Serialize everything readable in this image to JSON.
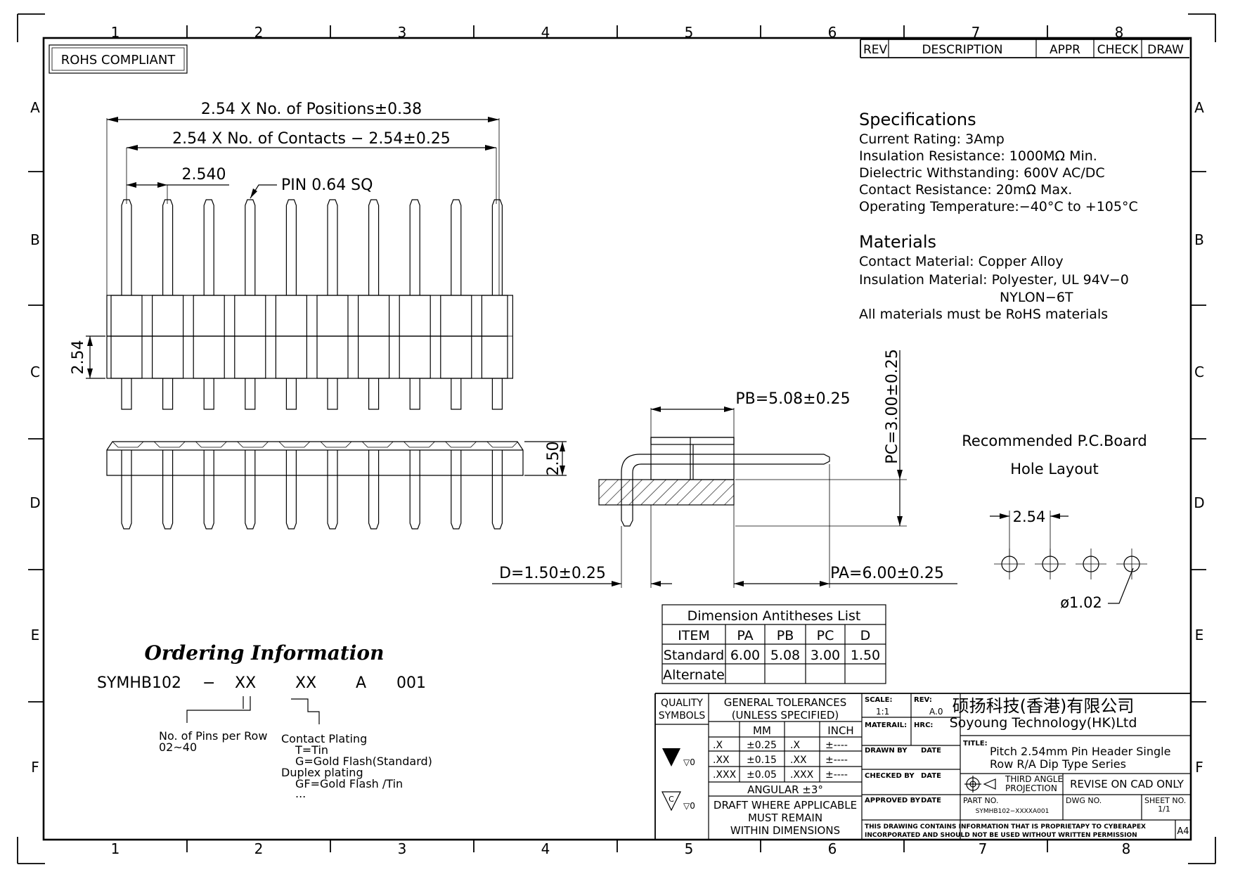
{
  "frame": {
    "column_labels": [
      "1",
      "2",
      "3",
      "4",
      "5",
      "6",
      "7",
      "8"
    ],
    "row_labels": [
      "A",
      "B",
      "C",
      "D",
      "E",
      "F"
    ]
  },
  "rohs": "ROHS COMPLIANT",
  "revision_table": {
    "rev": "REV",
    "description": "DESCRIPTION",
    "appr": "APPR",
    "check": "CHECK",
    "draw": "DRAW"
  },
  "specifications": {
    "title": "Specifications",
    "lines": [
      "Current  Rating:    3Amp",
      "Insulation  Resistance:  1000MΩ  Min.",
      "Dielectric  Withstanding:    600V  AC/DC",
      "Contact  Resistance:    20mΩ  Max.",
      "Operating  Temperature:−40°C  to  +105°C"
    ]
  },
  "materials": {
    "title": "Materials",
    "lines": [
      "Contact  Material:  Copper  Alloy",
      "Insulation  Material:  Polyester,  UL  94V−0",
      "NYLON−6T",
      "All  materials  must  be  RoHS  materials"
    ]
  },
  "dims": {
    "positions": "2.54  X  No.  of  Positions±0.38",
    "contacts": "2.54  X  No.  of  Contacts  −  2.54±0.25",
    "pitch": "2.540",
    "pin": "PIN  0.64  SQ",
    "h254": "2.54",
    "h250": "2.50",
    "pb": "PB=5.08±0.25",
    "pc": "PC=3.00±0.25",
    "d": "D=1.50±0.25",
    "pa": "PA=6.00±0.25"
  },
  "pcb": {
    "title1": "Recommended  P.C.Board",
    "title2": "Hole  Layout",
    "pitch": "2.54",
    "hole": "ø1.02"
  },
  "antitheses": {
    "title": "Dimension  Antitheses  List",
    "headers": [
      "ITEM",
      "PA",
      "PB",
      "PC",
      "D"
    ],
    "rows": [
      [
        "Standard",
        "6.00",
        "5.08",
        "3.00",
        "1.50"
      ],
      [
        "Alternate",
        "",
        "",
        "",
        ""
      ]
    ]
  },
  "ordering": {
    "title": "Ordering Information",
    "code": [
      "SYMHB102",
      "−",
      "XX",
      "XX",
      "A",
      "001"
    ],
    "pins_label": "No.  of  Pins  per  Row",
    "pins_range": "02~40",
    "plating_title": "Contact  Plating",
    "plating_options": [
      "T=Tin",
      "G=Gold  Flash(Standard)"
    ],
    "duplex_title": "Duplex  plating",
    "duplex_options": [
      "GF=Gold  Flash  /Tin",
      "..."
    ]
  },
  "title_block": {
    "quality": "QUALITY",
    "symbols": "SYMBOLS",
    "gen_tol": "GENERAL  TOLERANCES",
    "unless": "(UNLESS  SPECIFIED)",
    "mm": "MM",
    "inch": "INCH",
    "tol_rows": [
      [
        ".X",
        "±0.25",
        ".X",
        "±----"
      ],
      [
        ".XX",
        "±0.15",
        ".XX",
        "±----"
      ],
      [
        ".XXX",
        "±0.05",
        ".XXX",
        "±----"
      ]
    ],
    "angular": "ANGULAR  ±3°",
    "draft1": "DRAFT  WHERE  APPLICABLE",
    "draft2": "MUST  REMAIN",
    "draft3": "WITHIN  DIMENSIONS",
    "sym1_suffix": "▽0",
    "sym2_suffix": "▽0",
    "sym2_letter": "C",
    "scale_label": "SCALE:",
    "scale": "1:1",
    "rev_label": "REV:",
    "rev": "A.0",
    "material_label": "MATERAIL:",
    "hrc_label": "HRC:",
    "drawn_by": "DRAWN  BY",
    "checked_by": "CHECKED  BY",
    "approved_by": "APPROVED  BY",
    "date": "DATE",
    "company_cn": "硕扬科技(香港)有限公司",
    "company_en": "Soyoung  Technology(HK)Ltd",
    "title_label": "TITLE:",
    "title1": "Pitch  2.54mm  Pin  Header  Single",
    "title2": "Row  R/A  Dip  Type  Series",
    "third1": "THIRD  ANGLE",
    "third2": "PROJECTION",
    "revise": "REVISE  ON  CAD  ONLY",
    "part_label": "PART  NO.",
    "part_no": "SYMHB102−XXXXA001",
    "dwg_label": "DWG  NO.",
    "sheet_label": "SHEET  NO.",
    "sheet": "1/1",
    "proprietary1": "THIS  DRAWING  CONTAINS  INFORMATION  THAT  IS  PROPRIETAPY  TO  CYBERAPEX",
    "proprietary2": "INCORPORATED  AND  SHOULD  NOT  BE  USED  WITHOUT  WRITTEN  PERMISSION",
    "size": "A4"
  }
}
